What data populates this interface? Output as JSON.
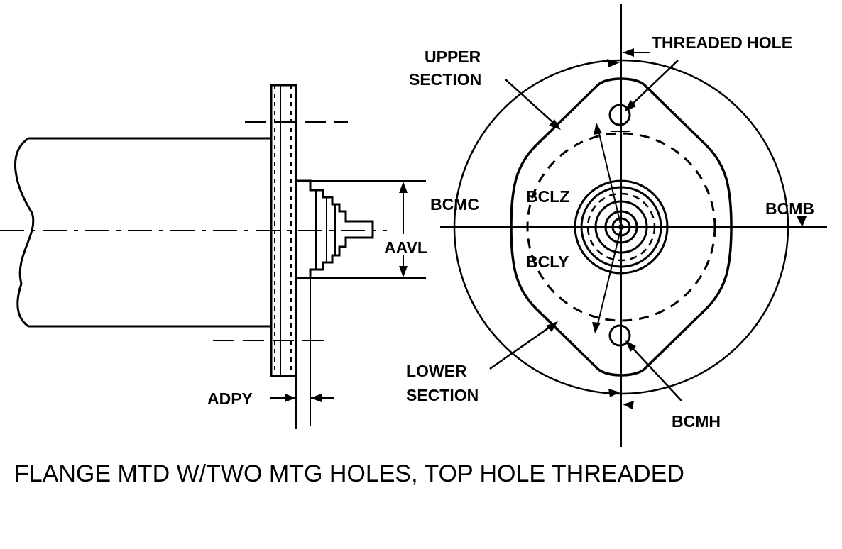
{
  "diagram": {
    "caption": "FLANGE MTD W/TWO MTG HOLES, TOP HOLE THREADED",
    "labels": {
      "upper": "UPPER",
      "section_upper": "SECTION",
      "threaded_hole": "THREADED HOLE",
      "bcmc": "BCMC",
      "bclz": "BCLZ",
      "bcmb": "BCMB",
      "bcly": "BCLY",
      "aavl": "AAVL",
      "lower": "LOWER",
      "section_lower": "SECTION",
      "adpy": "ADPY",
      "bcmh": "BCMH"
    },
    "colors": {
      "ink": "#000000",
      "paper": "#ffffff"
    }
  }
}
